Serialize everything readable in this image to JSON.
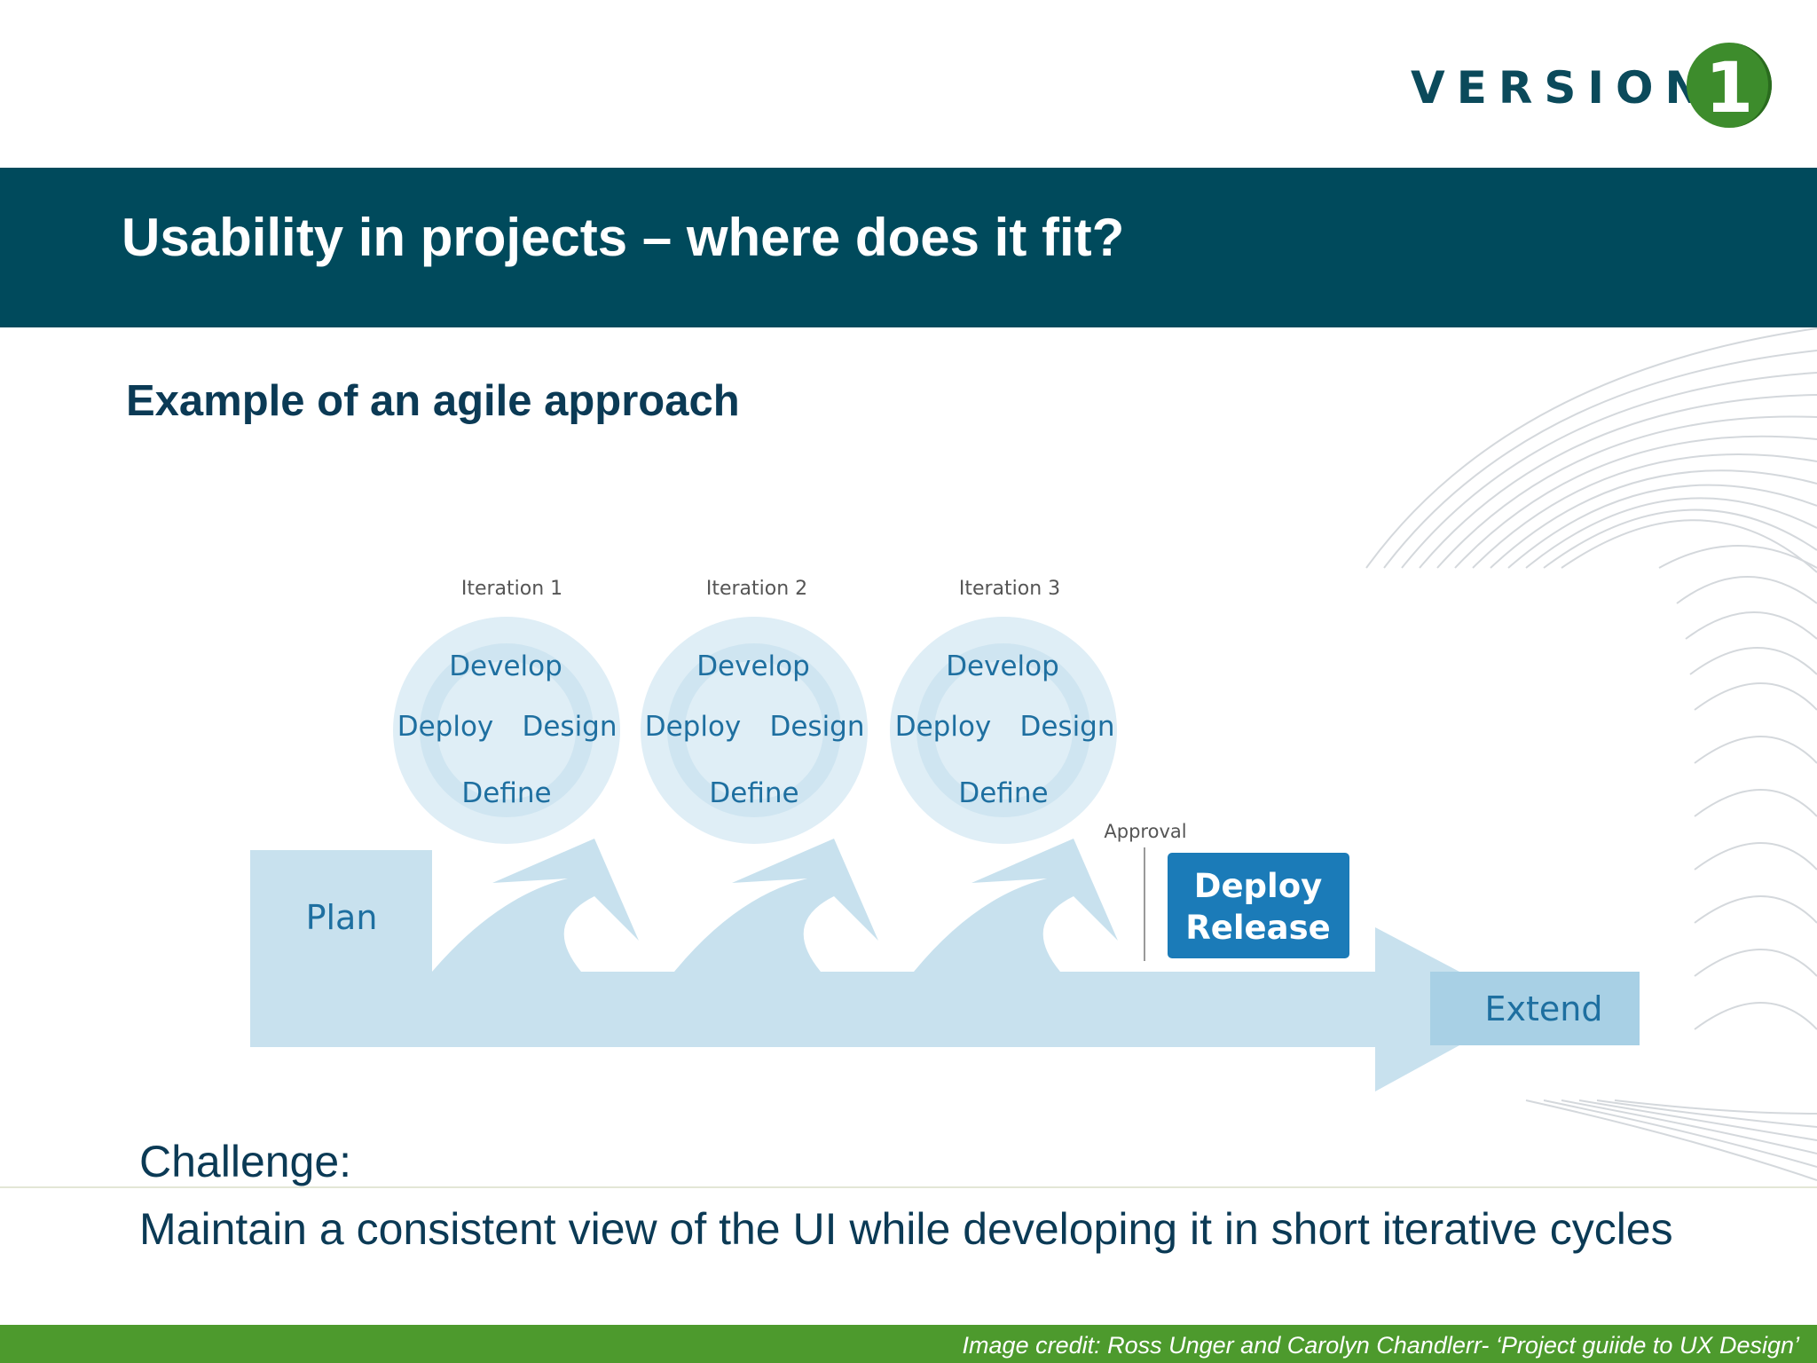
{
  "logo": {
    "text": "VERSION",
    "mark": "1"
  },
  "slide": {
    "title": "Usability in projects – where does it fit?",
    "subtitle": "Example of an agile approach"
  },
  "diagram": {
    "iterations": [
      {
        "label": "Iteration 1",
        "top": "Develop",
        "left": "Deploy",
        "right": "Design",
        "bottom": "Define"
      },
      {
        "label": "Iteration 2",
        "top": "Develop",
        "left": "Deploy",
        "right": "Design",
        "bottom": "Define"
      },
      {
        "label": "Iteration 3",
        "top": "Develop",
        "left": "Deploy",
        "right": "Design",
        "bottom": "Define"
      }
    ],
    "plan": "Plan",
    "approval": "Approval",
    "deploy_release": [
      "Deploy",
      "Release"
    ],
    "extend": "Extend"
  },
  "challenge": {
    "label": "Challenge:",
    "text": "Maintain a consistent view of the UI while developing it in short iterative cycles"
  },
  "footer": {
    "credit": "Image credit:  Ross Unger and Carolyn Chandlerr-  ‘Project guiide to UX Design’"
  },
  "colors": {
    "title_band": "#004a5c",
    "footer_bar": "#4d9a2d",
    "diagram_light": "#c5dfec",
    "diagram_text": "#1e6fa0",
    "deploy_box": "#1b7bb8"
  }
}
